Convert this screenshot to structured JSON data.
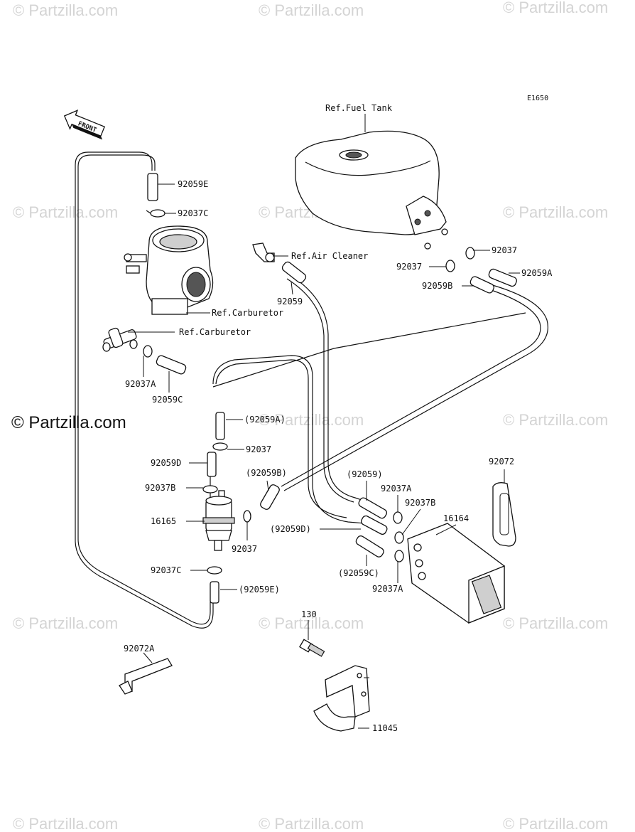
{
  "diagram_code": "E1650",
  "watermark_text": "© Partzilla.com",
  "brand_text": "© Partzilla.com",
  "front_label": "FRONT",
  "labels": {
    "ref_fuel_tank": "Ref.Fuel Tank",
    "ref_air_cleaner": "Ref.Air Cleaner",
    "ref_carburetor_1": "Ref.Carburetor",
    "ref_carburetor_2": "Ref.Carburetor",
    "p92059E": "92059E",
    "p92037C": "92037C",
    "p92037_top": "92037",
    "p92037_left": "92037",
    "p92059A": "92059A",
    "p92059B": "92059B",
    "p92059": "92059",
    "p92037A_left": "92037A",
    "p92059C": "92059C",
    "p92059A_paren": "(92059A)",
    "p92037_mid": "92037",
    "p92059D": "92059D",
    "p92037B": "92037B",
    "p16165": "16165",
    "p92037_filter": "92037",
    "p92037C_bottom": "92037C",
    "p92059E_paren": "(92059E)",
    "p92059B_paren": "(92059B)",
    "p92059_paren": "(92059)",
    "p92037A_right": "92037A",
    "p92037B_right": "92037B",
    "p92059D_paren": "(92059D)",
    "p92059C_paren": "(92059C)",
    "p92037A_right2": "92037A",
    "p16164": "16164",
    "p92072": "92072",
    "p92072A": "92072A",
    "p130": "130",
    "p11045": "11045"
  }
}
